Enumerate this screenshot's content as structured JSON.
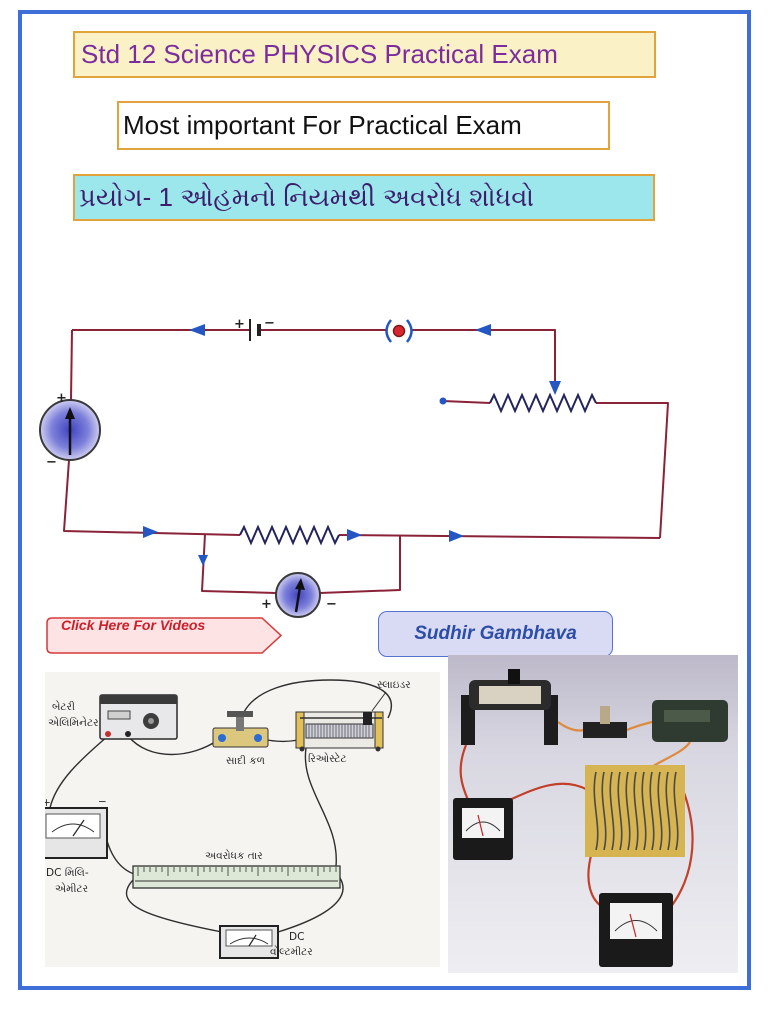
{
  "header": {
    "title": "Std 12 Science PHYSICS Practical Exam",
    "subtitle": "Most important For Practical Exam",
    "experiment": "પ્રયોગ- 1 ઓહમનો નિયમથી અવરોધ શોધવો"
  },
  "circuit": {
    "battery_plus": "+",
    "battery_minus": "−",
    "ammeter_plus": "+",
    "ammeter_minus": "−",
    "voltmeter_plus": "+",
    "voltmeter_minus": "−"
  },
  "actions": {
    "videos_button": "Click Here For Videos"
  },
  "author": "Sudhir Gambhava",
  "apparatus_diagram": {
    "battery_eliminator": [
      "બેટરી",
      "એલિમિનેટર"
    ],
    "plug_key": "સાદી કળ",
    "rheostat": "રિઓસ્ટેટ",
    "slider": "સ્લાઇડર",
    "milliammeter": [
      "DC મિલિ-",
      "એમીટર"
    ],
    "milliammeter_plus": "+",
    "milliammeter_minus": "−",
    "resistance_wire": "અવરોધક તાર",
    "voltmeter": [
      "DC",
      "વોલ્ટમીટર"
    ]
  },
  "icons": {
    "circuit": [
      "battery-icon",
      "plug-key-icon",
      "rheostat-icon",
      "ammeter-icon",
      "resistor-icon",
      "voltmeter-icon"
    ]
  },
  "colors": {
    "frame": "#3e6fd8",
    "title_bg": "#fbf1c7",
    "title_text": "#7b2d9e",
    "box_border": "#e2a33c",
    "experiment_bg": "#9ce7ec",
    "experiment_text": "#3d1e6d",
    "wire": "#8a2238",
    "arrow": "#2456c4",
    "button_bg": "#fde3e3",
    "button_text": "#cc1f2a",
    "author_bg": "#d9dbf5",
    "author_text": "#2d4ea6",
    "key_dot": "#d8262e"
  }
}
